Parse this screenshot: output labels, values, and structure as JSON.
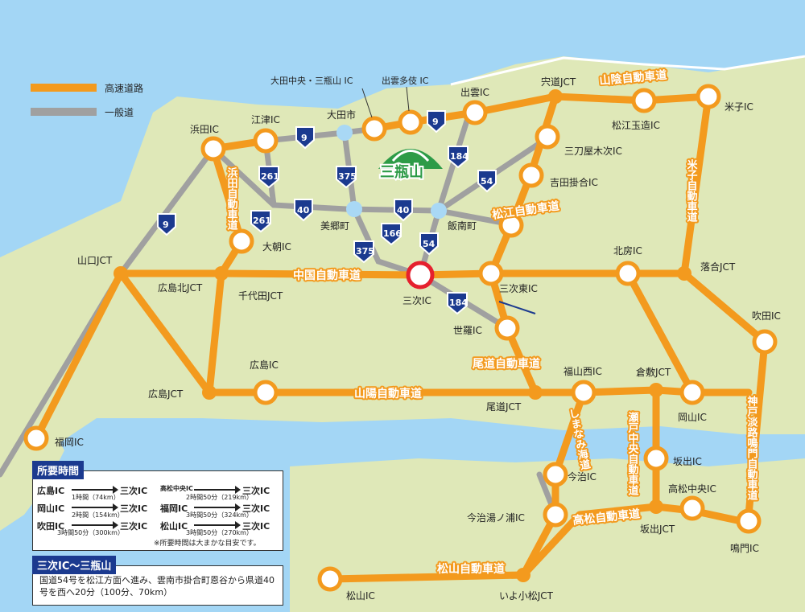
{
  "legend": {
    "expressway": "高速道路",
    "general_road": "一般道"
  },
  "mountain": "三瓶山",
  "highways": {
    "sanin": "山陰自動車道",
    "matsue": "松江自動車道",
    "chugoku": "中国自動車道",
    "onomichi": "尾道自動車道",
    "sanyo": "山陽自動車道",
    "yonago": "米子自動車道",
    "shimanami": "しまなみ海道",
    "setochuo": "瀬戸中央自動車道",
    "kobe_awaji": "神戸淡路鳴門自動車道",
    "takamatsu": "高松自動車道",
    "matsuyama": "松山自動車道"
  },
  "places": {
    "hamada_ic": "浜田IC",
    "gotsu_ic": "江津IC",
    "ohda_city": "大田市",
    "ohda_chuo": "大田中央・三瓶山 IC",
    "izumo_tagi": "出雲多伎 IC",
    "izumo_ic": "出雲IC",
    "shinji_jct": "宍道JCT",
    "matsue_tamatsukuri": "松江玉造IC",
    "yonago_ic": "米子IC",
    "mitoya": "三刀屋木次IC",
    "yoshida": "吉田掛合IC",
    "misato": "美郷町",
    "iinan": "飯南町",
    "asahi_ic": "大朝IC",
    "yamaguchi_jct": "山口JCT",
    "hiroshima_kita_jct": "広島北JCT",
    "chiyoda_jct": "千代田JCT",
    "miyoshi_ic": "三次IC",
    "miyoshi_higashi": "三次東IC",
    "kitafusa": "北房IC",
    "ochiai_jct": "落合JCT",
    "fukita": "吹田IC",
    "sera": "世羅IC",
    "hiroshima_ic": "広島IC",
    "hiroshima_jct": "広島JCT",
    "onomichi_jct": "尾道JCT",
    "fukuyama_nishi": "福山西IC",
    "kurashiki_jct": "倉敷JCT",
    "okayama_ic": "岡山IC",
    "fukuoka_ic": "福岡IC",
    "imabari_ic": "今治IC",
    "sakaide_ic": "坂出IC",
    "takamatsu_chuo": "高松中央IC",
    "imabari_yunoura": "今治湯ノ浦IC",
    "sakaide_jct": "坂出JCT",
    "naruto_ic": "鳴門IC",
    "matsuyama_ic": "松山IC",
    "iyo_komatsu": "いよ小松JCT"
  },
  "routes": {
    "r9": "9",
    "r261": "261",
    "r375": "375",
    "r184": "184",
    "r54": "54",
    "r40": "40",
    "r166": "166"
  },
  "travel": {
    "title": "所要時間",
    "rows": [
      {
        "from": "広島IC",
        "sub": "1時間（74km）",
        "to": "三次IC"
      },
      {
        "from": "岡山IC",
        "sub": "2時間（154km）",
        "to": "三次IC"
      },
      {
        "from": "吹田IC",
        "sub": "3時間50分（300km）",
        "to": "三次IC"
      },
      {
        "from": "高松中央IC",
        "sub": "2時間50分（219km）",
        "to": "三次IC"
      },
      {
        "from": "福岡IC",
        "sub": "3時間50分（324km）",
        "to": "三次IC"
      },
      {
        "from": "松山IC",
        "sub": "3時間50分（270km）",
        "to": "三次IC"
      }
    ],
    "note": "※所要時間は大まかな目安です。"
  },
  "directions": {
    "title": "三次IC〜三瓶山",
    "text": "国道54号を松江方面へ進み、雲南市掛合町恩谷から県道40号を西へ20分（100分、70km）"
  },
  "colors": {
    "sea": "#a3d6f5",
    "land": "#dfe8b8",
    "expressway": "#f39a1e",
    "general_road": "#a0a0a0",
    "route_badge": "#1b3a8f"
  }
}
